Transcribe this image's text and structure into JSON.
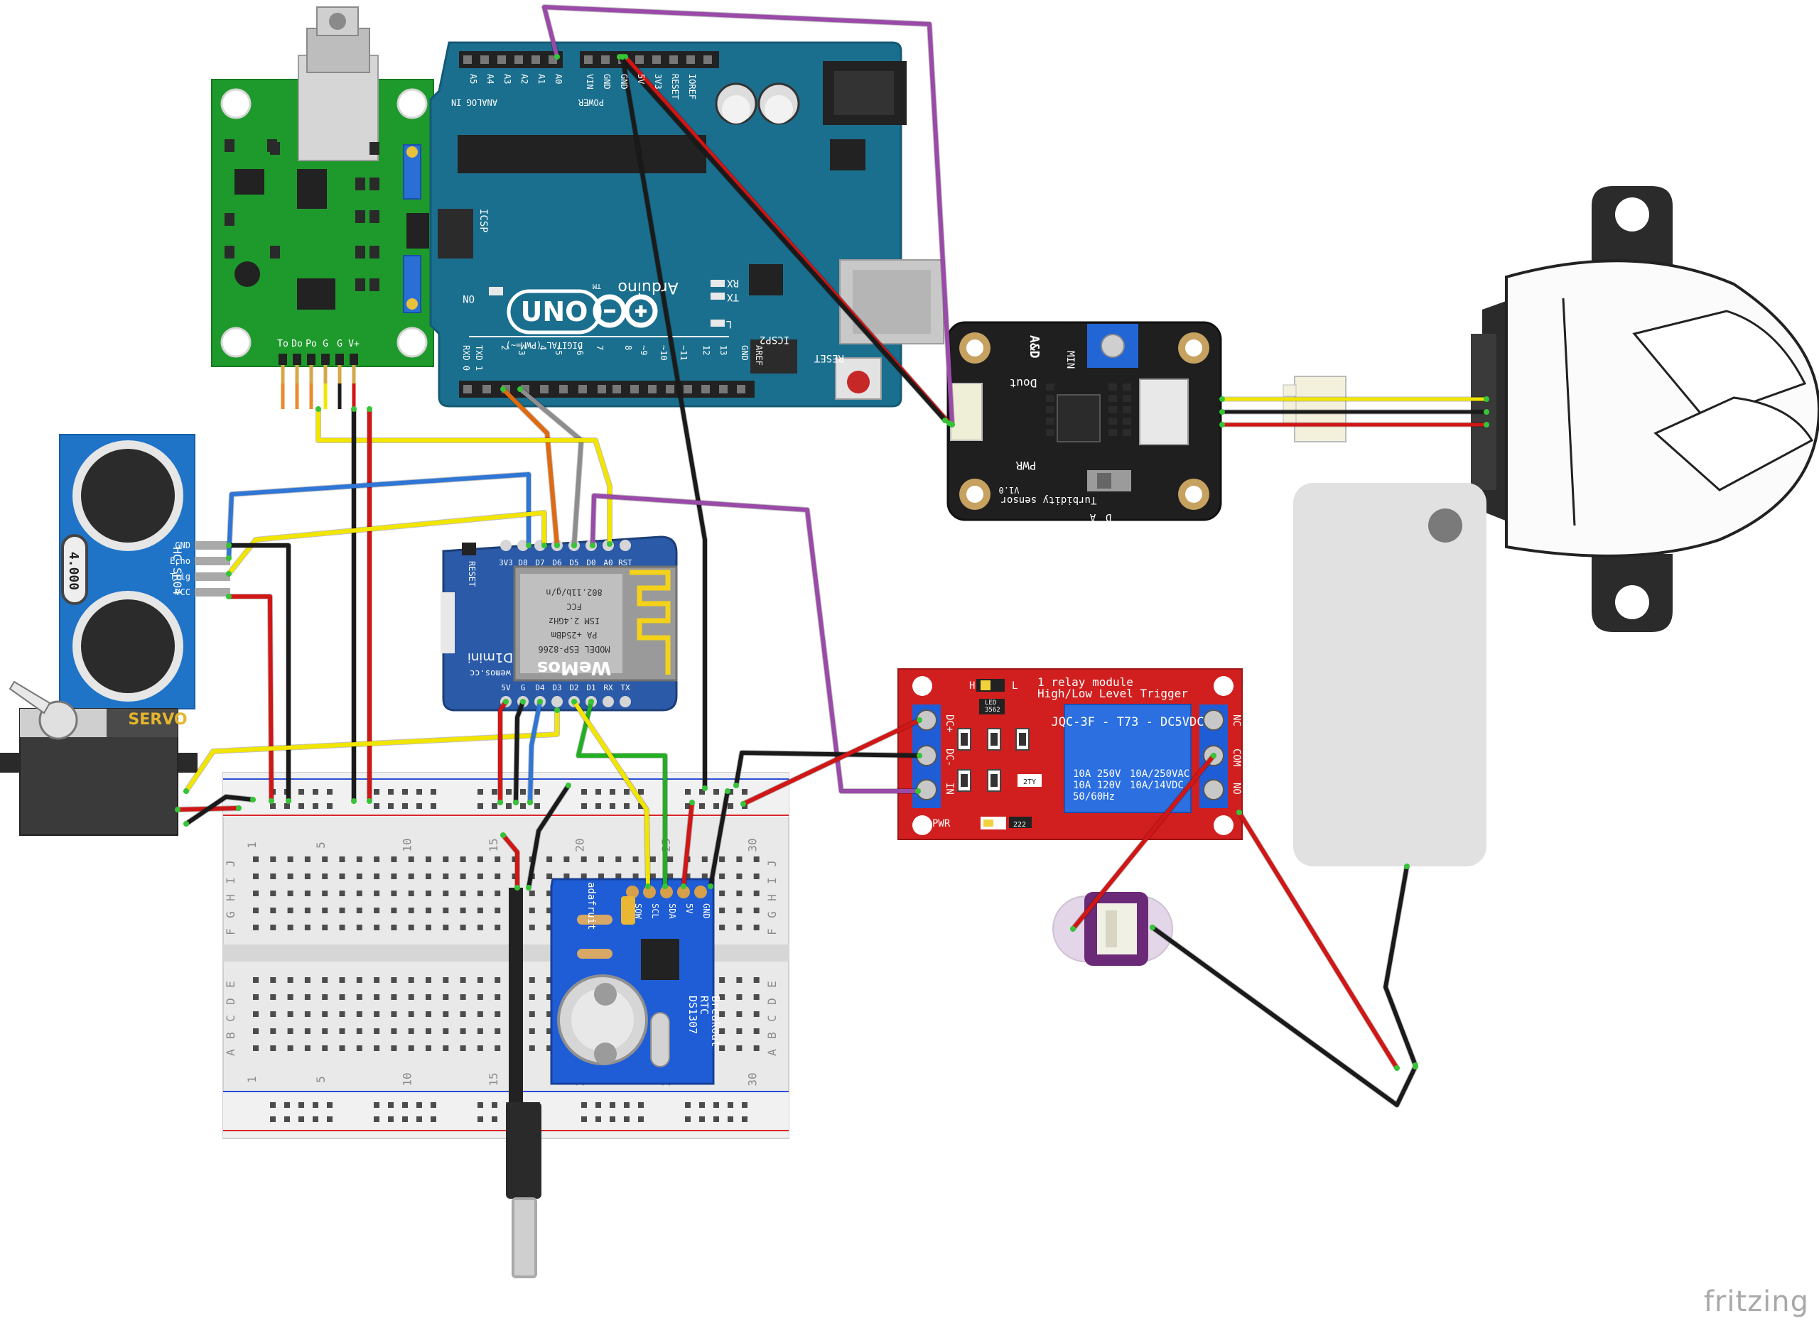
{
  "brand": "fritzing",
  "colors": {
    "arduino": "#1b6f8e",
    "ph_board": "#1e9a2c",
    "hcsr04": "#1f74c8",
    "relay": "#d11f1f",
    "rtc": "#1f5dd6",
    "d1": "#2a5aa8",
    "wire_red": "#d11616",
    "wire_black": "#1a1a1a",
    "wire_yellow": "#f2e500",
    "wire_blue": "#2f76d6",
    "wire_purple": "#9a4aa8",
    "wire_green": "#22b022",
    "wire_orange": "#e06a10",
    "wire_gray": "#8d8d8d"
  },
  "arduino": {
    "analog_pins": [
      "A5",
      "A4",
      "A3",
      "A2",
      "A1",
      "A0"
    ],
    "analog_label": "ANALOG IN",
    "power_pins": [
      "VIN",
      "GND",
      "GND",
      "5V",
      "3V3",
      "RESET",
      "IOREF"
    ],
    "power_label": "POWER",
    "digital_pins": [
      "RXD 0",
      "TXD 1",
      "2",
      "~3",
      "4",
      "~5",
      "~6",
      "7",
      "8",
      "~9",
      "~10",
      "~11",
      "12",
      "13",
      "GND",
      "AREF"
    ],
    "digital_label": "DIGITAL (PWM=~)",
    "logo_text": "UNO",
    "brand_text": "Arduino",
    "tm": "TM",
    "on_label": "ON",
    "icsp": "ICSP",
    "icsp2": "ICSP2",
    "rx": "RX",
    "tx": "TX",
    "l": "L",
    "reset": "RESET"
  },
  "ph_board": {
    "pins": [
      "To",
      "Do",
      "Po",
      "G",
      "G",
      "V+"
    ]
  },
  "hcsr04": {
    "model": "HC-SR04",
    "crystal": "4.000",
    "pins": [
      "GND",
      "Echo",
      "Trig",
      "VCC"
    ]
  },
  "servo": {
    "label": "SERVO"
  },
  "d1mini": {
    "top_pins": [
      "3V3",
      "D8",
      "D7",
      "D6",
      "D5",
      "D0",
      "A0",
      "RST"
    ],
    "bottom_pins": [
      "5V",
      "G",
      "D4",
      "D3",
      "D2",
      "D1",
      "RX",
      "TX"
    ],
    "reset": "RESET",
    "module_lines": [
      "802.11b/g/n",
      "FCC",
      "ISM 2.4GHz",
      "PA +25dBm",
      "MODEL ESP-8266"
    ],
    "brand": "WeMos",
    "name": "D1mini",
    "site": "wemos.cc"
  },
  "turbidity": {
    "labels": [
      "A&D",
      "MIN",
      "Dout",
      "PWR",
      "Turbidity sensor",
      "V1.0",
      "D",
      "A"
    ]
  },
  "relay": {
    "title": "1 relay module",
    "subtitle": "High/Low Level Trigger",
    "relay_model": "JQC-3F - T73 - DC5VDC",
    "rating_left": [
      "10A 250V",
      "10A 120V",
      "50/60Hz"
    ],
    "rating_right": [
      "10A/250VAC",
      "10A/14VDC"
    ],
    "left_terminals": [
      "DC+",
      "DC-",
      "IN"
    ],
    "right_terminals": [
      "NC",
      "COM",
      "NO"
    ],
    "jumper": [
      "H",
      "L"
    ],
    "pwr": "PWR",
    "chips": [
      "LED",
      "3562",
      "2TY",
      "222"
    ]
  },
  "rtc": {
    "pins": [
      "SQW",
      "SCL",
      "SDA",
      "5V",
      "GND"
    ],
    "brand": "adafruit",
    "name_lines": [
      "DS1307",
      "RTC",
      "Breakout"
    ]
  },
  "breadboard": {
    "col_numbers": [
      "1",
      "5",
      "10",
      "15",
      "20",
      "25",
      "30"
    ],
    "rows_top": [
      "J",
      "I",
      "H",
      "G",
      "F"
    ],
    "rows_bottom": [
      "E",
      "D",
      "C",
      "B",
      "A"
    ]
  }
}
